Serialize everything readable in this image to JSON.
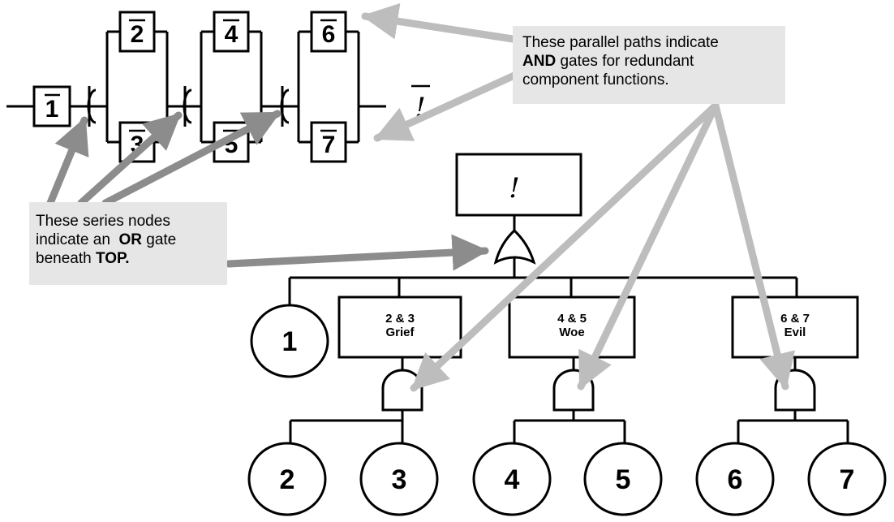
{
  "rbd": {
    "blocks": [
      "1",
      "2",
      "3",
      "4",
      "5",
      "6",
      "7"
    ],
    "output_symbol": "!"
  },
  "fault_tree": {
    "top_event": "!",
    "gates": {
      "top": "OR",
      "intermediate": "AND"
    },
    "events": [
      {
        "line1": "2 & 3",
        "line2": "Grief"
      },
      {
        "line1": "4 & 5",
        "line2": "Woe"
      },
      {
        "line1": "6 & 7",
        "line2": "Evil"
      }
    ],
    "basic_events": [
      "1",
      "2",
      "3",
      "4",
      "5",
      "6",
      "7"
    ]
  },
  "callouts": {
    "and_note": {
      "line1": "These parallel paths indicate",
      "line2_bold": "AND",
      "line2_rest": " gates for redundant",
      "line3": "component functions."
    },
    "or_note": {
      "line1": "These series nodes",
      "line2_pre": "indicate an  ",
      "line2_bold": "OR",
      "line2_post": " gate",
      "line3_pre": "beneath ",
      "line3_bold": "TOP."
    }
  },
  "colors": {
    "and_arrow": "#bdbdbd",
    "or_arrow": "#8c8c8c",
    "callout_bg": "#e6e6e6",
    "line": "#000000"
  }
}
